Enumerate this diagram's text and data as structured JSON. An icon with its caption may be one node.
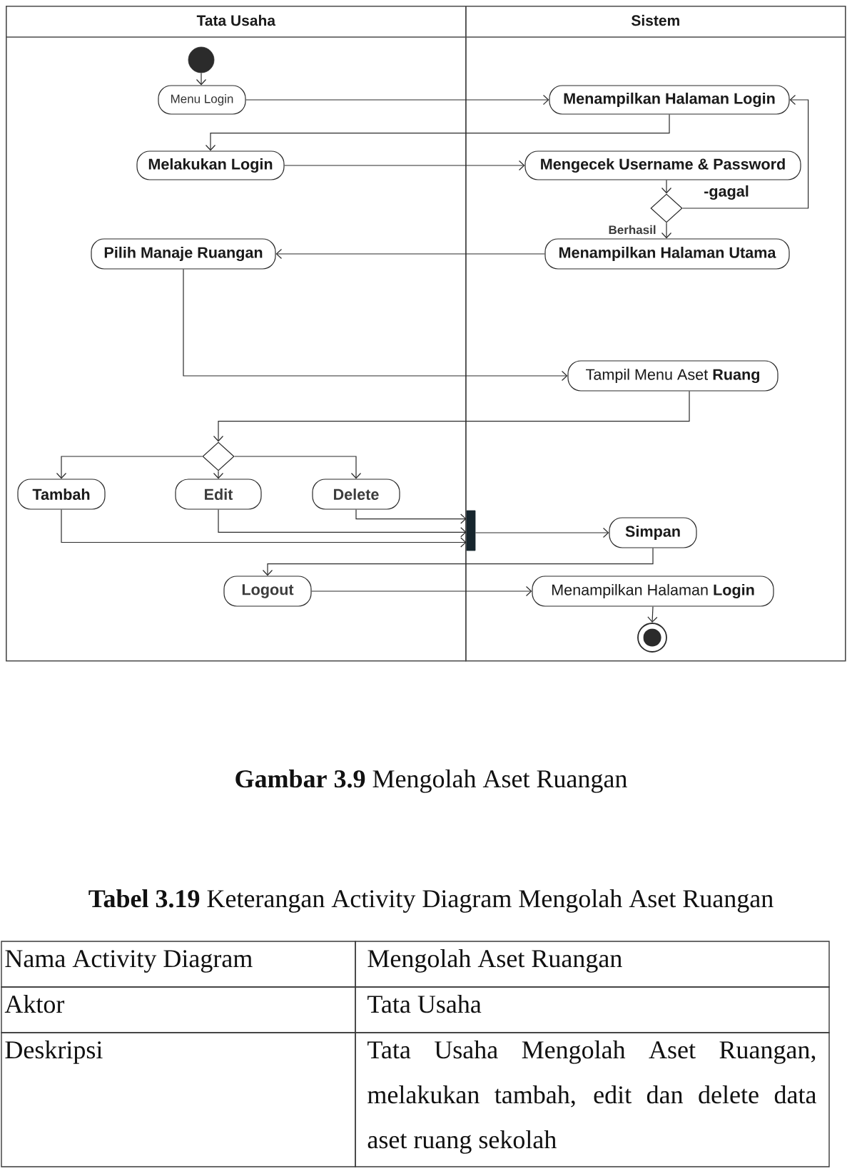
{
  "diagram": {
    "caption": "**Gambar 3.9** Mengolah Aset Ruangan",
    "nodes": [
      {
        "text": [
          "Tata Usaha"
        ]
      },
      {
        "text": [
          "Sistem"
        ]
      },
      {
        "text": [],
        "shape": "circle",
        "in": 0
      },
      {
        "text": [
          "Menu Login"
        ],
        "in": 0
      },
      {
        "text": [
          "Menampilkan Halaman Login"
        ],
        "in": 1
      },
      {
        "text": [
          "Melakukan Login"
        ],
        "in": 0
      },
      {
        "text": [
          "Mengecek Username & Password"
        ],
        "in": 1
      },
      {
        "text": [],
        "shape": "diamond",
        "in": 1
      },
      {
        "text": [
          "Pilih Manaje Ruangan"
        ],
        "in": 0
      },
      {
        "text": [
          "Menampilkan Halaman Utama"
        ],
        "in": 1
      },
      {
        "text": [
          "Tampil Menu Aset **Ruang**"
        ],
        "in": 1
      },
      {
        "text": [],
        "shape": "diamond",
        "in": 0
      },
      {
        "text": [
          "Tambah"
        ],
        "in": 0
      },
      {
        "text": [
          "Edit"
        ],
        "in": 0
      },
      {
        "text": [
          "Delete"
        ],
        "in": 0
      },
      {
        "text": [],
        "shape": "bar",
        "in": 1
      },
      {
        "text": [
          "Simpan"
        ],
        "in": 1
      },
      {
        "text": [
          "Logout"
        ],
        "in": 0
      },
      {
        "text": [
          "Menampilkan Halaman **Login**"
        ],
        "in": 1
      },
      {
        "text": [],
        "shape": "circle",
        "in": 1
      }
    ],
    "edges": [
      {
        "from": 2,
        "to": 3,
        "arrow": "to"
      },
      {
        "from": 3,
        "to": 4,
        "arrow": "to"
      },
      {
        "from": 4,
        "to": 5,
        "arrow": "to"
      },
      {
        "from": 5,
        "to": 6,
        "arrow": "to"
      },
      {
        "from": 6,
        "to": 7,
        "arrow": "to"
      },
      {
        "from": 7,
        "to": 4,
        "arrow": "to",
        "label": "-gagal"
      },
      {
        "from": 7,
        "to": 9,
        "arrow": "to",
        "label": "Berhasil"
      },
      {
        "from": 9,
        "to": 8,
        "arrow": "to"
      },
      {
        "from": 8,
        "to": 10,
        "arrow": "to"
      },
      {
        "from": 10,
        "to": 11,
        "arrow": "to"
      },
      {
        "from": 11,
        "to": 12,
        "arrow": "to"
      },
      {
        "from": 11,
        "to": 13,
        "arrow": "to"
      },
      {
        "from": 11,
        "to": 14,
        "arrow": "to"
      },
      {
        "from": 14,
        "to": 15,
        "arrow": "to"
      },
      {
        "from": 13,
        "to": 15,
        "arrow": "to"
      },
      {
        "from": 12,
        "to": 15,
        "arrow": "to"
      },
      {
        "from": 15,
        "to": 16,
        "arrow": "to"
      },
      {
        "from": 16,
        "to": 17,
        "arrow": "to"
      },
      {
        "from": 17,
        "to": 18,
        "arrow": "to"
      },
      {
        "from": 18,
        "to": 19,
        "arrow": "to"
      }
    ],
    "labels": [
      "**Tabel 3.19** Keterangan Activity Diagram Mengolah Aset Ruangan",
      "Nama Activity Diagram",
      "Mengolah Aset Ruangan",
      "Aktor",
      "Tata Usaha",
      "Deskripsi",
      "Tata Usaha Mengolah Aset Ruangan, melakukan tambah, edit dan delete data aset ruang sekolah"
    ]
  }
}
